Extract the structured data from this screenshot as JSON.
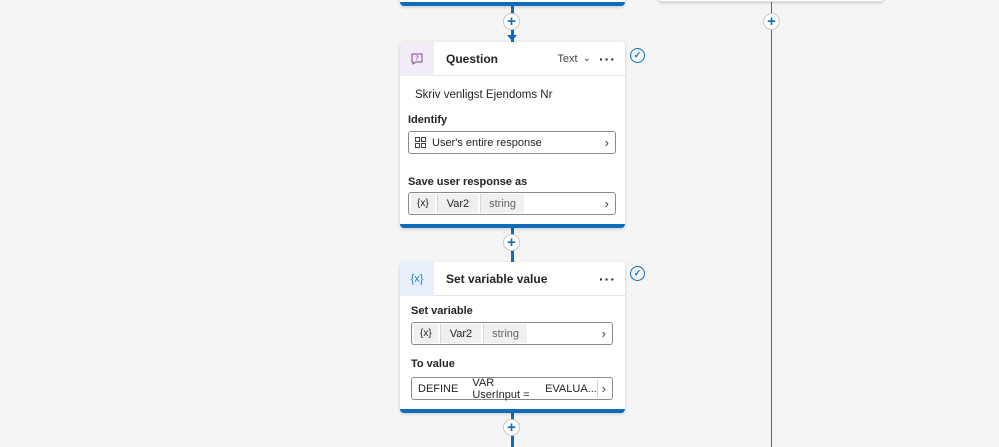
{
  "question_card": {
    "title": "Question",
    "type_label": "Text",
    "more_label": "···",
    "prompt_text": "Skriv venligst Ejendoms Nr",
    "identify_label": "Identify",
    "identify_value": "User's entire response",
    "save_label": "Save user response as",
    "var_icon": "{x}",
    "var_name": "Var2",
    "var_type": "string"
  },
  "setvar_card": {
    "title": "Set variable value",
    "more_label": "···",
    "set_label": "Set variable",
    "var_icon": "{x}",
    "var_name": "Var2",
    "var_type": "string",
    "to_value_label": "To value",
    "value_part1": "DEFINE",
    "value_part2": "VAR UserInput =",
    "value_part3": "EVALUA..."
  },
  "icons": {
    "add": "plus-icon",
    "status": "checkmark-circle-icon",
    "question": "question-icon",
    "variable": "variable-icon"
  },
  "colors": {
    "accent": "#0f6cbd",
    "question_icon": "#8a3f9b"
  }
}
